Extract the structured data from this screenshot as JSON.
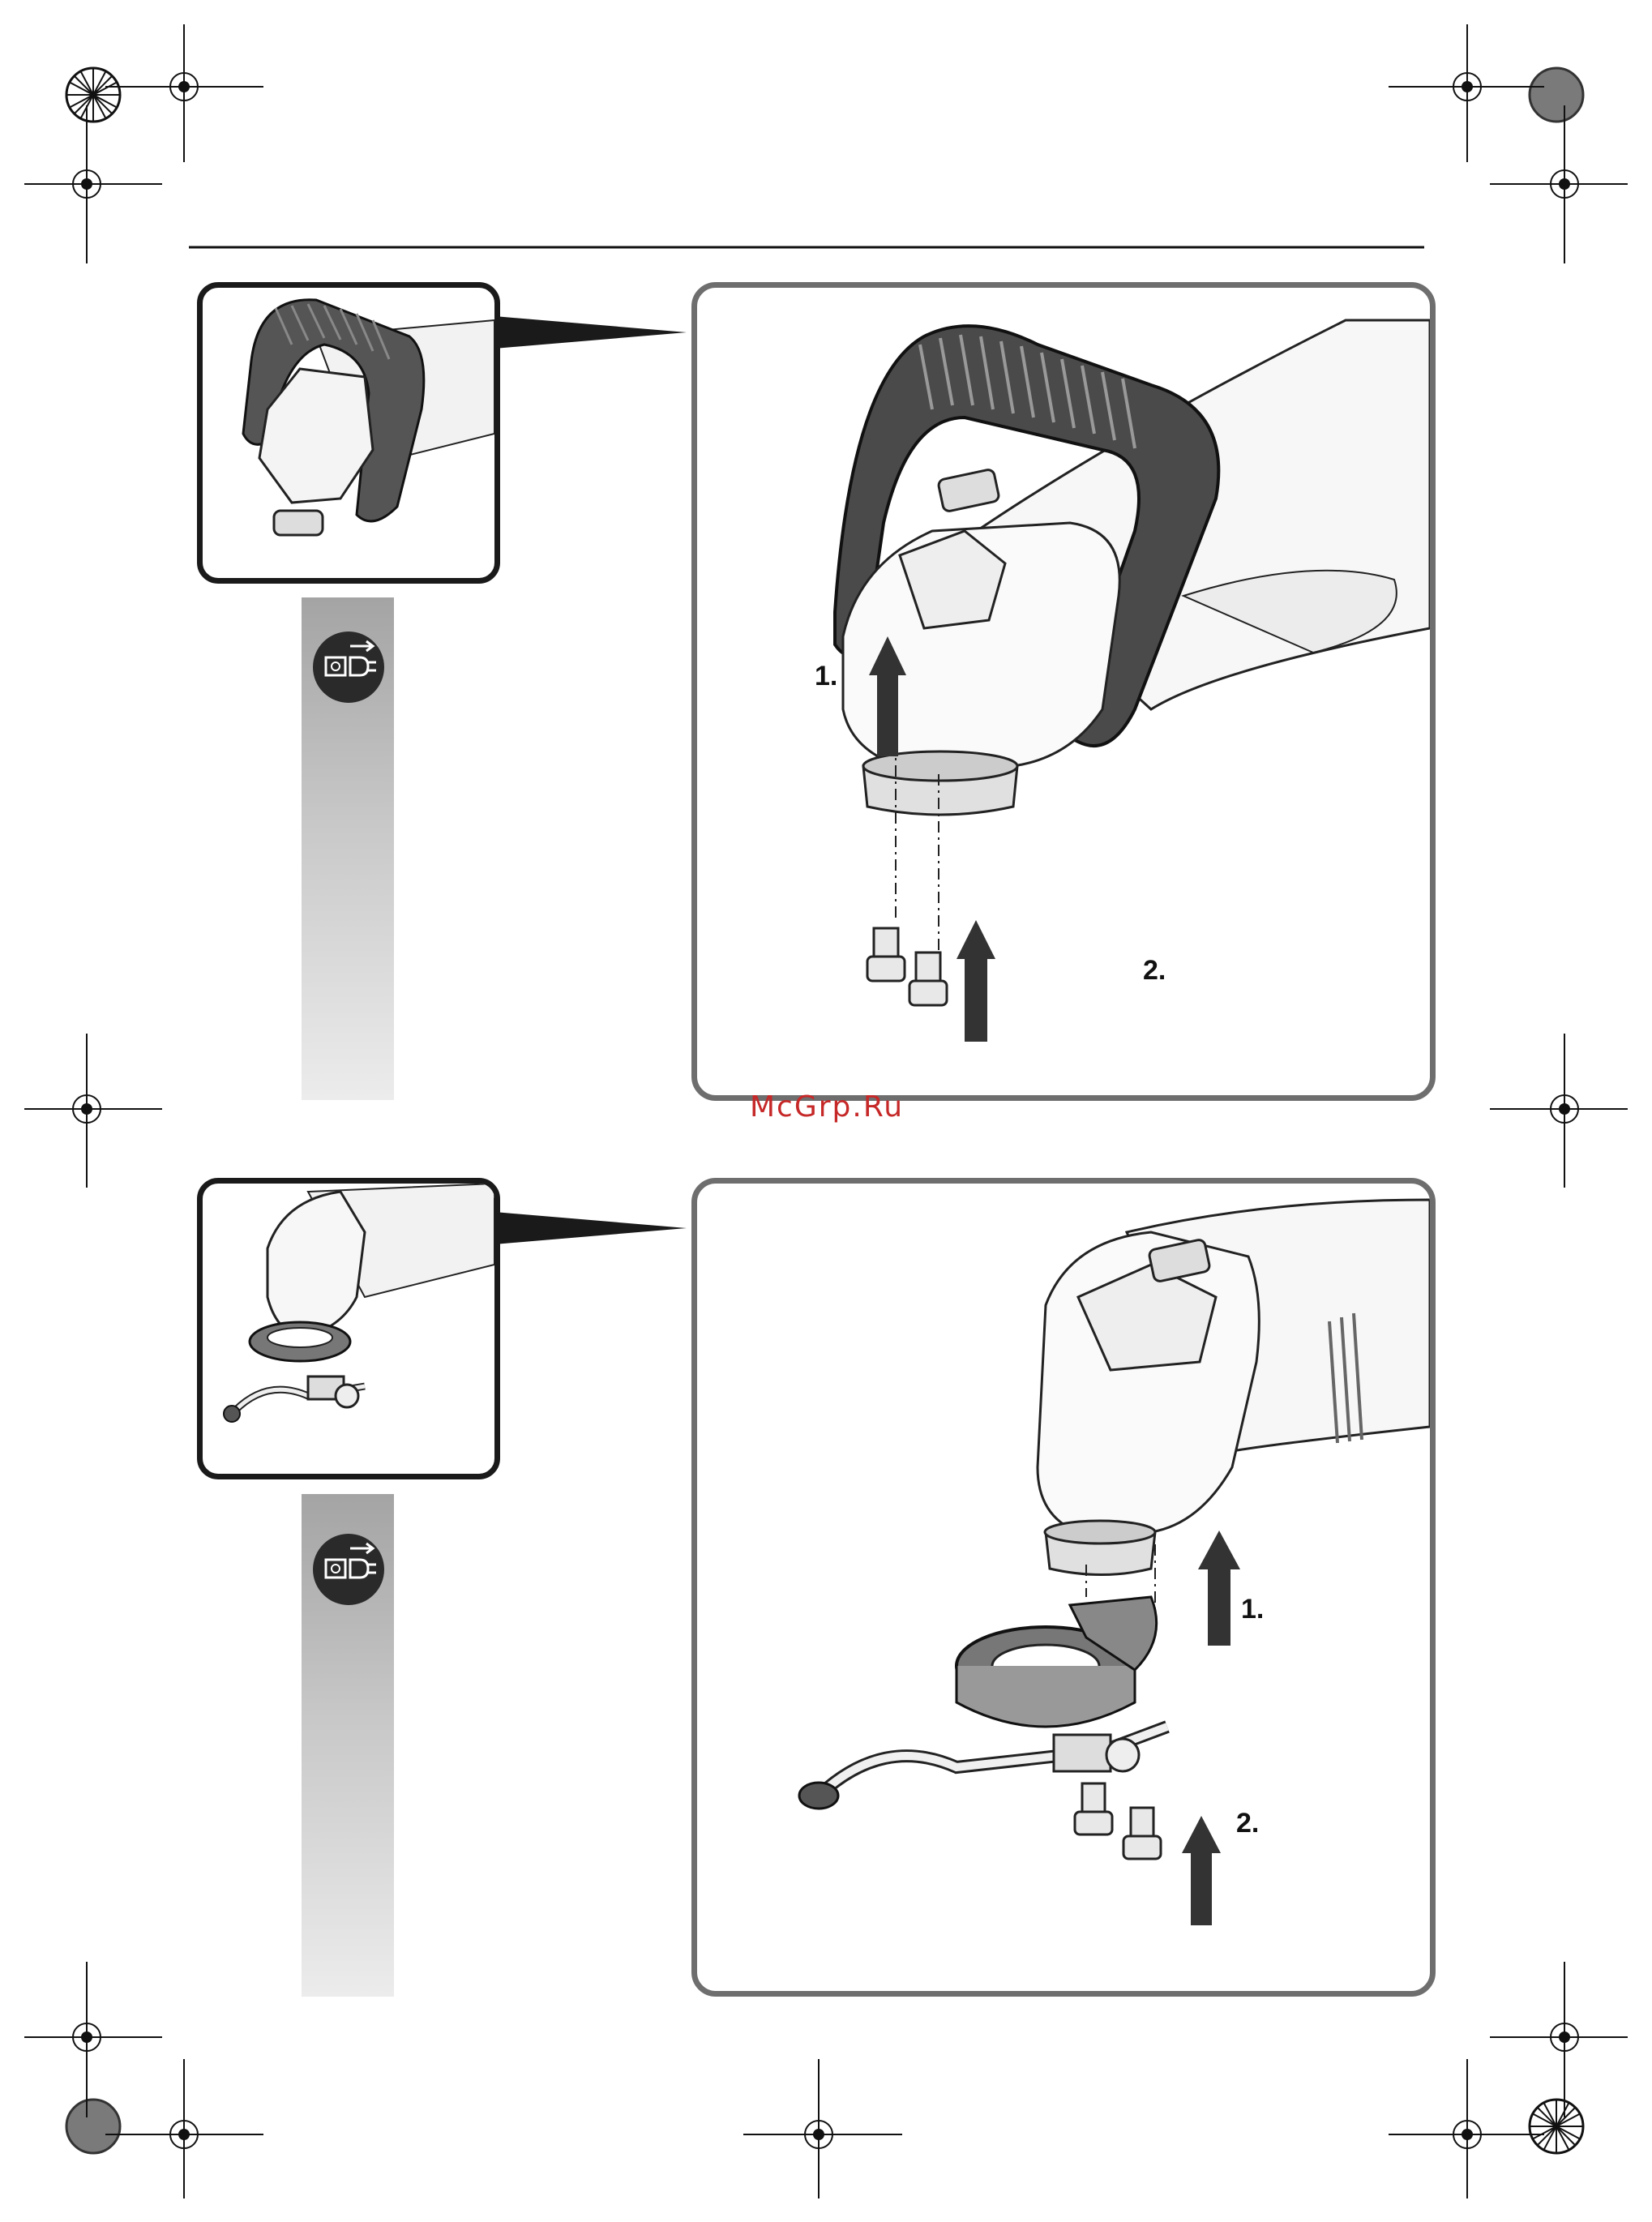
{
  "watermark": "McGrp.Ru",
  "figures": [
    {
      "id": "figure-1",
      "step_1": "1.",
      "step_2": "2."
    },
    {
      "id": "figure-2",
      "step_1": "1.",
      "step_2": "2."
    }
  ],
  "icons": {
    "side_icon": "unplug-power-icon",
    "registration_mark": "crosshair-registration-icon",
    "color_wheel": "color-registration-wheel-icon"
  },
  "colors": {
    "frame_dark": "#1a1a1a",
    "frame_grey": "#6e6e6e",
    "watermark": "#c62828"
  }
}
